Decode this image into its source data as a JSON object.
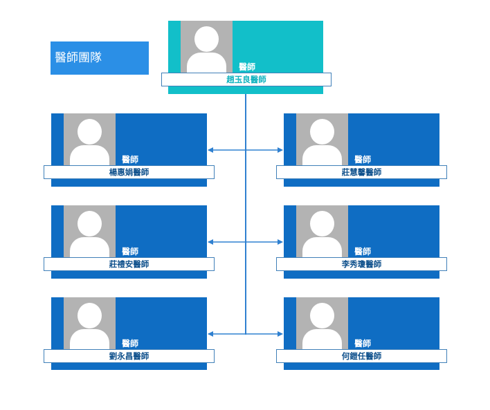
{
  "team": {
    "title": "醫師團隊"
  },
  "colors": {
    "top": "#12bfc9",
    "card": "#0f6dc3",
    "label": "#2b8fe6",
    "line": "#2f80d0",
    "name_top": "#11b3bf",
    "name": "#0d4f8b"
  },
  "head": {
    "role": "醫師",
    "name": "趙玉良醫師"
  },
  "members": [
    {
      "role": "醫師",
      "name": "楊惠娟醫師"
    },
    {
      "role": "醫師",
      "name": "莊慧馨醫師"
    },
    {
      "role": "醫師",
      "name": "莊禮安醫師"
    },
    {
      "role": "醫師",
      "name": "李秀瓊醫師"
    },
    {
      "role": "醫師",
      "name": "劉永昌醫師"
    },
    {
      "role": "醫師",
      "name": "何鎧任醫師"
    }
  ]
}
